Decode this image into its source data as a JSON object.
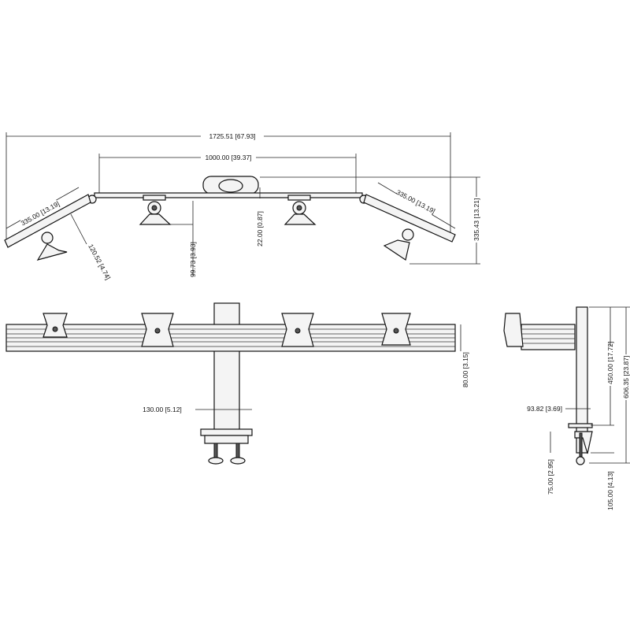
{
  "drawing": {
    "top_view": {
      "overall_width": "1725.51 [67.93]",
      "center_bar_width": "1000.00 [39.37]",
      "left_arm_length": "335.00 [13.19]",
      "right_arm_length": "335.00 [13.19]",
      "mount_offset": "120.52 [4.74]",
      "mount_depth": "99.73 [3.93]",
      "bar_offset": "22.00 [0.87]",
      "overall_depth": "335.43 [13.21]"
    },
    "front_view": {
      "bar_height": "80.00 [3.15]",
      "pole_base_width": "130.00 [5.12]"
    },
    "side_view": {
      "base_depth": "93.82 [3.69]",
      "pole_height": "450.00 [17.72]",
      "overall_height": "606.35 [23.87]",
      "clamp_thickness": "75.00 [2.95]",
      "clamp_height": "105.00 [4.13]"
    }
  }
}
